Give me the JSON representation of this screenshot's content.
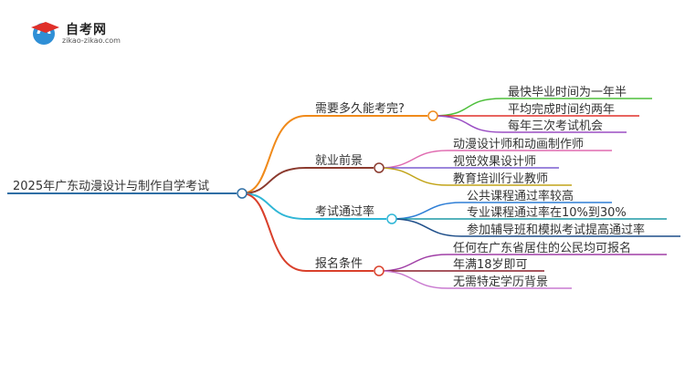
{
  "logo": {
    "site_name": "自考网",
    "url": "zikao-zikao.com"
  },
  "colors": {
    "root": "#2f6fa5",
    "branch_orange": "#f08a1a",
    "branch_brown": "#8b3a2e",
    "branch_cyan": "#2fb6d6",
    "branch_red": "#d9402b",
    "leaf_green": "#4dbf3a",
    "leaf_red": "#e0302a",
    "leaf_purple": "#9b4fc4",
    "leaf_pink": "#e06bb0",
    "leaf_violet": "#7b5fd0",
    "leaf_olive": "#c2a418",
    "leaf_blue": "#2f7fd6",
    "leaf_teal": "#1f9aa5",
    "leaf_navy": "#1f4f8a",
    "leaf_magenta": "#a03fa6",
    "leaf_darkred": "#8a1f2a",
    "leaf_lilac": "#c97ad0"
  },
  "mindmap": {
    "root": "2025年广东动漫设计与制作自学考试",
    "branches": [
      {
        "label": "需要多久能考完?",
        "children": [
          "最快毕业时间为一年半",
          "平均完成时间约两年",
          "每年三次考试机会"
        ]
      },
      {
        "label": "就业前景",
        "children": [
          "动漫设计师和动画制作师",
          "视觉效果设计师",
          "教育培训行业教师"
        ]
      },
      {
        "label": "考试通过率",
        "children": [
          "公共课程通过率较高",
          "专业课程通过率在10%到30%",
          "参加辅导班和模拟考试提高通过率"
        ]
      },
      {
        "label": "报名条件",
        "children": [
          "任何在广东省居住的公民均可报名",
          "年满18岁即可",
          "无需特定学历背景"
        ]
      }
    ]
  }
}
